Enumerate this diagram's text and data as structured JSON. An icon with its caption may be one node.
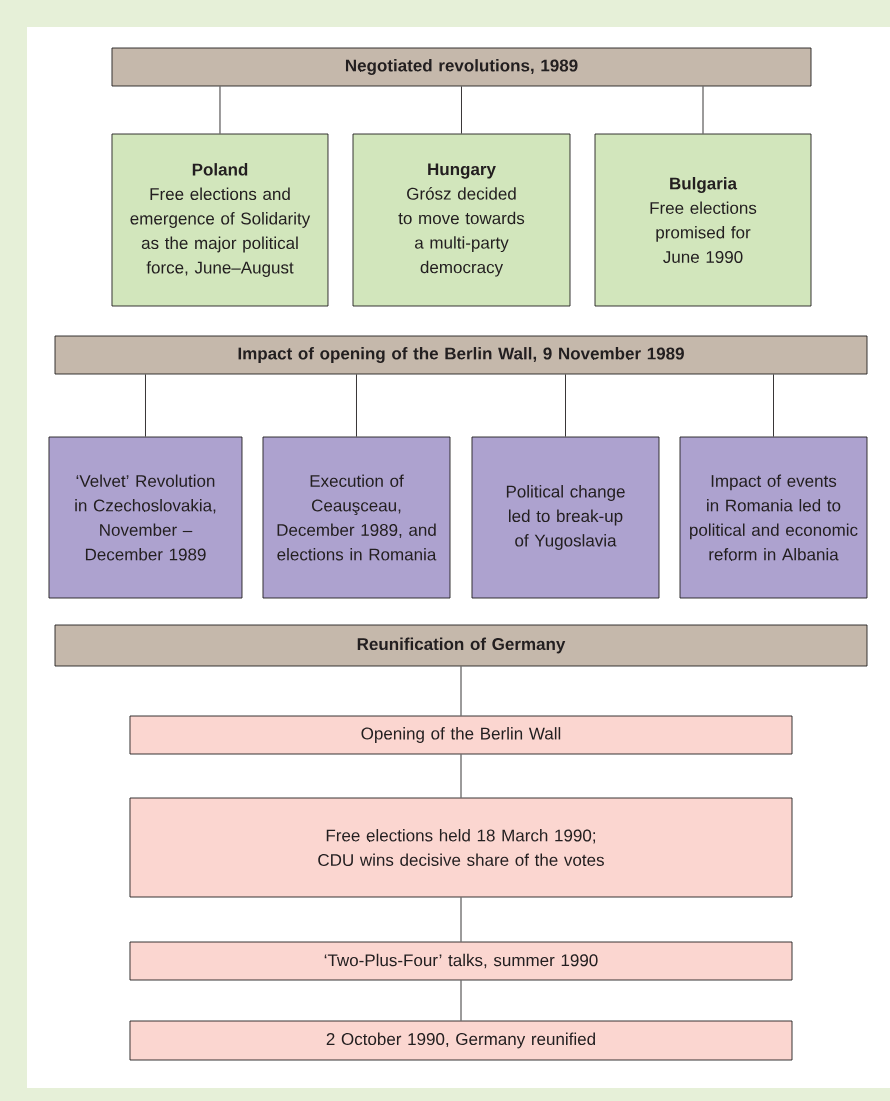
{
  "diagram": {
    "nodes": [
      {
        "text": [
          "Negotiated revolutions, 1989"
        ]
      },
      {
        "text": [
          "Poland",
          "Free elections and emergence of Solidarity as the major political force, June–August"
        ]
      },
      {
        "text": [
          "Hungary",
          "Grósz decided to move towards a multi-party democracy"
        ]
      },
      {
        "text": [
          "Bulgaria",
          "Free elections promised for June 1990"
        ]
      },
      {
        "text": [
          "Impact of opening of the Berlin Wall, 9 November 1989"
        ]
      },
      {
        "text": [
          "‘Velvet’ Revolution in Czechoslovakia, November –December 1989"
        ]
      },
      {
        "text": [
          "Execution of Ceauşceau, December 1989, and elections in Romania"
        ]
      },
      {
        "text": [
          "Political change led to break-up of Yugoslavia"
        ]
      },
      {
        "text": [
          "Impact of events in Romania led to political and economic reform in Albania"
        ]
      },
      {
        "text": [
          "Reunification of Germany"
        ]
      },
      {
        "text": [
          "Opening of the Berlin Wall"
        ]
      },
      {
        "text": [
          "Free elections held 18 March 1990; CDU wins decisive share of the votes"
        ]
      },
      {
        "text": [
          "‘Two-Plus-Four’ talks, summer 1990"
        ]
      },
      {
        "text": [
          "2 October 1990, Germany reunified"
        ]
      }
    ],
    "edges": [
      {
        "from": 0,
        "to": 1,
        "arrow": "none"
      },
      {
        "from": 0,
        "to": 2,
        "arrow": "none"
      },
      {
        "from": 0,
        "to": 3,
        "arrow": "none"
      },
      {
        "from": 4,
        "to": 5,
        "arrow": "none"
      },
      {
        "from": 4,
        "to": 6,
        "arrow": "none"
      },
      {
        "from": 4,
        "to": 7,
        "arrow": "none"
      },
      {
        "from": 4,
        "to": 8,
        "arrow": "none"
      },
      {
        "from": 9,
        "to": 10,
        "arrow": "none"
      },
      {
        "from": 10,
        "to": 11,
        "arrow": "none"
      },
      {
        "from": 11,
        "to": 12,
        "arrow": "none"
      },
      {
        "from": 12,
        "to": 13,
        "arrow": "none"
      }
    ]
  }
}
